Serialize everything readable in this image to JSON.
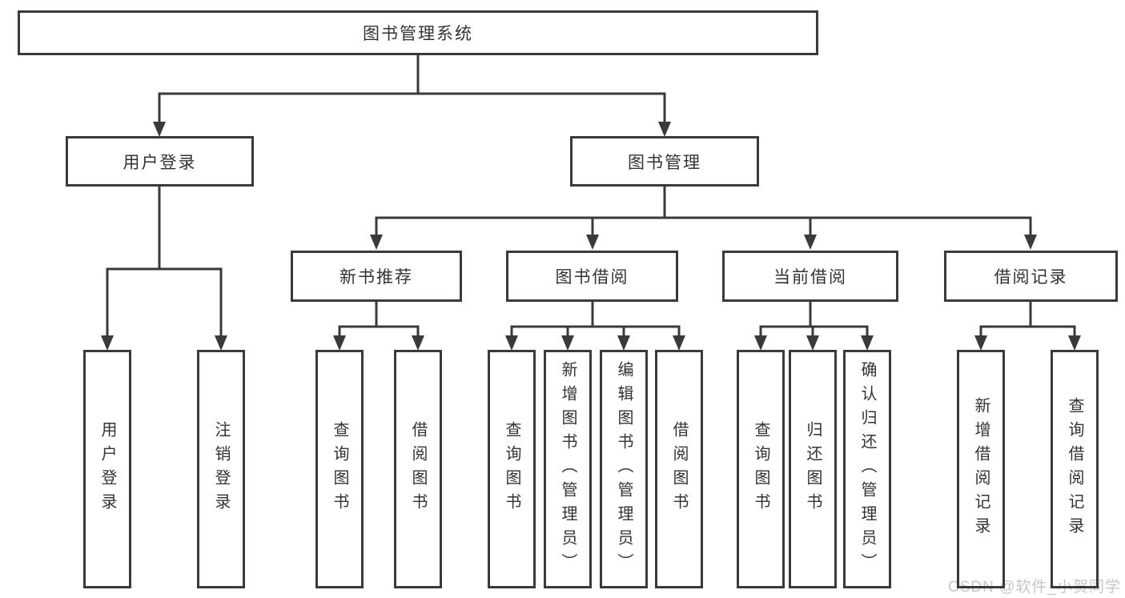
{
  "diagram_type": "hierarchy-tree",
  "colors": {
    "line": "#3a3a3a",
    "box_border": "#3a3a3a",
    "text": "#333333",
    "background": "#ffffff",
    "watermark": "#c6c6c6"
  },
  "tree": {
    "root": {
      "label": "图书管理系统",
      "children": [
        {
          "label": "用户登录",
          "children": [
            {
              "label": "用户登录"
            },
            {
              "label": "注销登录"
            }
          ]
        },
        {
          "label": "图书管理",
          "children": [
            {
              "label": "新书推荐",
              "children": [
                {
                  "label": "查询图书"
                },
                {
                  "label": "借阅图书"
                }
              ]
            },
            {
              "label": "图书借阅",
              "children": [
                {
                  "label": "查询图书"
                },
                {
                  "label": "新增图书（管理员）"
                },
                {
                  "label": "编辑图书（管理员）"
                },
                {
                  "label": "借阅图书"
                }
              ]
            },
            {
              "label": "当前借阅",
              "children": [
                {
                  "label": "查询图书"
                },
                {
                  "label": "归还图书"
                },
                {
                  "label": "确认归还（管理员）"
                }
              ]
            },
            {
              "label": "借阅记录",
              "children": [
                {
                  "label": "新增借阅记录"
                },
                {
                  "label": "查询借阅记录"
                }
              ]
            }
          ]
        }
      ]
    }
  },
  "watermark": {
    "text": "CSDN @软件_小贺同学"
  }
}
